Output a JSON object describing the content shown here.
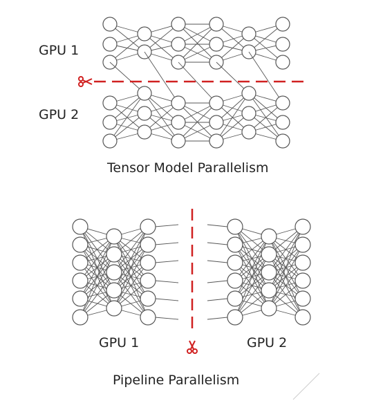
{
  "tensor": {
    "gpu1_label": "GPU 1",
    "gpu2_label": "GPU 2",
    "caption": "Tensor Model Parallelism"
  },
  "pipeline": {
    "gpu1_label": "GPU 1",
    "gpu2_label": "GPU 2",
    "caption": "Pipeline Parallelism"
  },
  "colors": {
    "cut_line": "#d02020",
    "network": "#555555",
    "text": "#222222"
  },
  "icons": [
    "scissors-icon"
  ]
}
